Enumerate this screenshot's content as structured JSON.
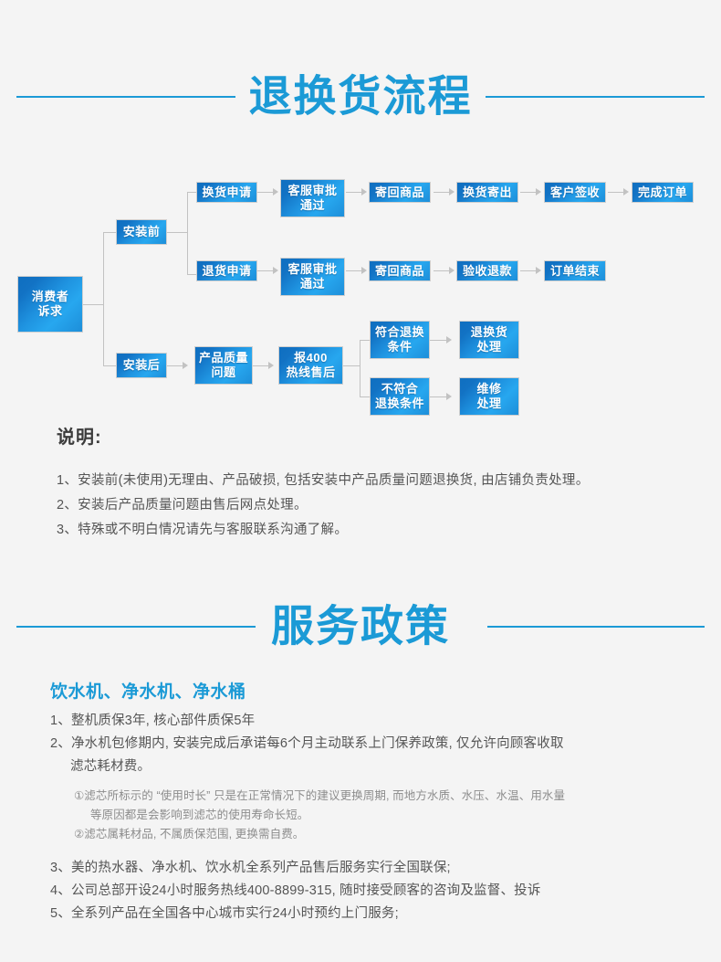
{
  "theme": {
    "background": "#f4f4f4",
    "accent": "#1b9ad6",
    "node_blue_dark": "#0f6fc0",
    "node_blue_light": "#27a7ef",
    "body_text": "#555555",
    "muted_text": "#8c8c8c",
    "connector": "#c2c2c2"
  },
  "sections": {
    "returns": {
      "title": "退换货流程"
    },
    "policy": {
      "title": "服务政策"
    }
  },
  "flowchart": {
    "nodes": {
      "consumer_request": "消费者\n诉求",
      "before_install": "安装前",
      "after_install": "安装后",
      "exchange_apply": "换货申请",
      "return_apply": "退货申请",
      "service_approve_1": "客服审批\n通过",
      "service_approve_2": "客服审批\n通过",
      "send_back_1": "寄回商品",
      "send_back_2": "寄回商品",
      "exchange_ship": "换货寄出",
      "customer_sign": "客户签收",
      "order_complete": "完成订单",
      "inspect_refund": "验收退款",
      "order_end": "订单结束",
      "product_quality": "产品质量\n问题",
      "call_400": "报400\n热线售后",
      "meets_condition": "符合退换\n条件",
      "not_meets_condition": "不符合\n退换条件",
      "return_exchange_handle": "退换货\n处理",
      "repair_handle": "维修\n处理"
    }
  },
  "notes": {
    "heading": "说明:",
    "items": [
      "1、安装前(未使用)无理由、产品破损, 包括安装中产品质量问题退换货, 由店铺负责处理。",
      "2、安装后产品质量问题由售后网点处理。",
      "3、特殊或不明白情况请先与客服联系沟通了解。"
    ]
  },
  "policy": {
    "subtitle": "饮水机、净水机、净水桶",
    "item1": "1、整机质保3年, 核心部件质保5年",
    "item2_line1": "2、净水机包修期内, 安装完成后承诺每6个月主动联系上门保养政策, 仅允许向顾客收取",
    "item2_line2": "滤芯耗材费。",
    "sub1_line1": "①滤芯所标示的 “使用时长” 只是在正常情况下的建议更换周期, 而地方水质、水压、水温、用水量",
    "sub1_line2": "等原因都是会影响到滤芯的使用寿命长短。",
    "sub2": "②滤芯属耗材品, 不属质保范围, 更换需自费。",
    "item3": "3、美的热水器、净水机、饮水机全系列产品售后服务实行全国联保;",
    "item4": "4、公司总部开设24小时服务热线400-8899-315, 随时接受顾客的咨询及监督、投诉",
    "item5": "5、全系列产品在全国各中心城市实行24小时预约上门服务;"
  }
}
